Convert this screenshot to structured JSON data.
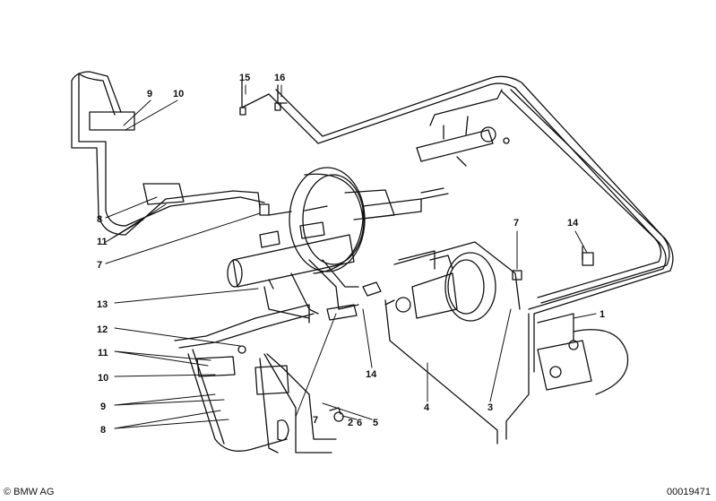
{
  "parts": [
    {
      "id": "p1",
      "number": "1"
    },
    {
      "id": "p2",
      "number": "2"
    },
    {
      "id": "p3",
      "number": "3"
    },
    {
      "id": "p4",
      "number": "4"
    },
    {
      "id": "p5",
      "number": "5"
    },
    {
      "id": "p6",
      "number": "6"
    },
    {
      "id": "p7a",
      "number": "7"
    },
    {
      "id": "p7b",
      "number": "7"
    },
    {
      "id": "p7c",
      "number": "7"
    },
    {
      "id": "p8a",
      "number": "8"
    },
    {
      "id": "p8b",
      "number": "8"
    },
    {
      "id": "p9a",
      "number": "9"
    },
    {
      "id": "p9b",
      "number": "9"
    },
    {
      "id": "p10a",
      "number": "10"
    },
    {
      "id": "p10b",
      "number": "10"
    },
    {
      "id": "p11a",
      "number": "11"
    },
    {
      "id": "p11b",
      "number": "11"
    },
    {
      "id": "p12",
      "number": "12"
    },
    {
      "id": "p13",
      "number": "13"
    },
    {
      "id": "p14a",
      "number": "14"
    },
    {
      "id": "p14b",
      "number": "14"
    },
    {
      "id": "p15",
      "number": "15"
    },
    {
      "id": "p16",
      "number": "16"
    }
  ],
  "footer": {
    "copyright": "© BMW AG",
    "diagram_id": "00019471"
  }
}
